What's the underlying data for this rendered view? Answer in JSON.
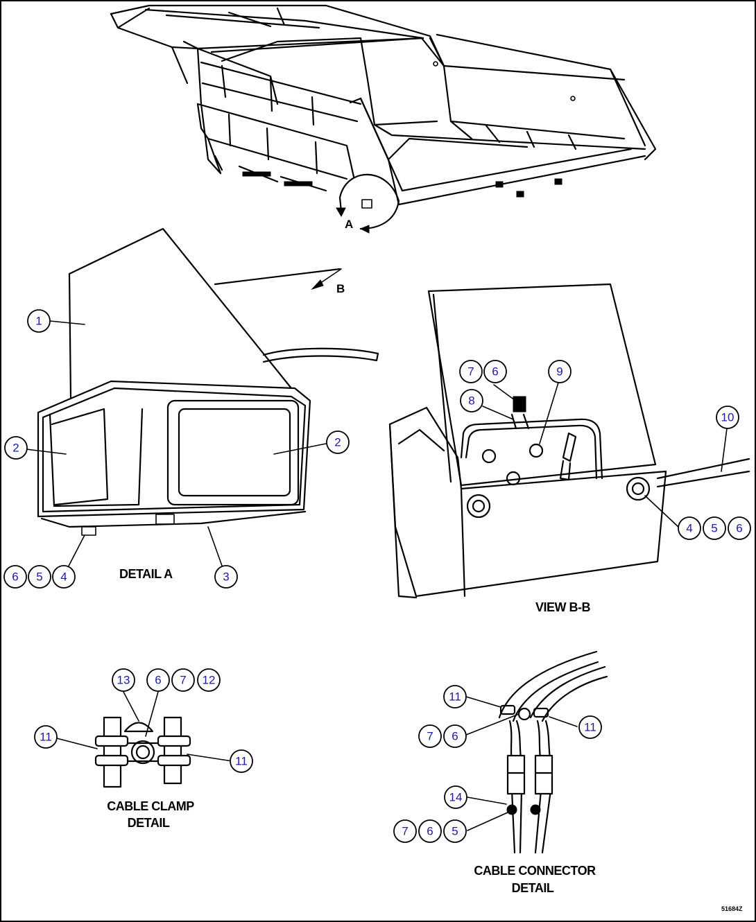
{
  "labels": {
    "detail_a": "DETAIL A",
    "view_bb": "VIEW B-B",
    "cable_clamp_1": "CABLE CLAMP",
    "cable_clamp_2": "DETAIL",
    "cable_connector_1": "CABLE CONNECTOR",
    "cable_connector_2": "DETAIL",
    "letter_a": "A",
    "letter_b": "B",
    "drawing_number": "51684Z"
  },
  "callouts": {
    "detail_a": [
      "1",
      "2",
      "2",
      "3",
      "6",
      "5",
      "4"
    ],
    "view_bb": [
      "7",
      "6",
      "9",
      "8",
      "10",
      "4",
      "5",
      "6"
    ],
    "cable_clamp": [
      "13",
      "6",
      "7",
      "12",
      "11",
      "11"
    ],
    "cable_connector": [
      "11",
      "11",
      "7",
      "6",
      "14",
      "7",
      "6",
      "5"
    ]
  }
}
